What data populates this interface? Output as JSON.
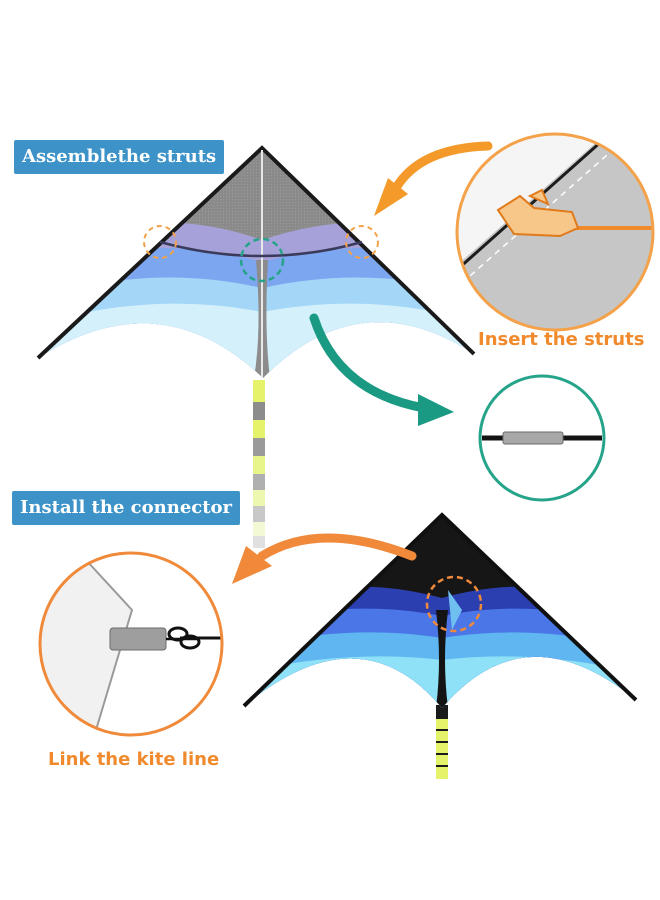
{
  "labels": {
    "assemble_struts": "Assemblethe struts",
    "install_connector": "Install the connector",
    "insert_struts": "Insert the struts",
    "link_kite_line": "Link the kite line"
  },
  "colors": {
    "label_bg": "#3d93c8",
    "label_text": "#ffffff",
    "caption_orange": "#f08a2c",
    "arrow_orange": "#f39a2a",
    "arrow_teal": "#1a9a83",
    "detail_ring_orange": "#f4a24a",
    "detail_ring_teal": "#26a48a",
    "kite_dark": "#151515",
    "kite_grey": "#8c8c8c",
    "kite_purple": "#a6a2dc",
    "kite_blue": "#6f9cf0",
    "kite_light_blue": "#9fd3f7",
    "kite_cyan": "#cfeffb",
    "tail_yellow": "#e4f36a"
  },
  "icons": {
    "arrow_1": "curved-arrow-orange",
    "arrow_2": "curved-arrow-teal",
    "arrow_3": "curved-arrow-orange",
    "detail_1": "strut-insert-closeup",
    "detail_2": "strut-connector-closeup",
    "detail_3": "line-knot-closeup"
  }
}
